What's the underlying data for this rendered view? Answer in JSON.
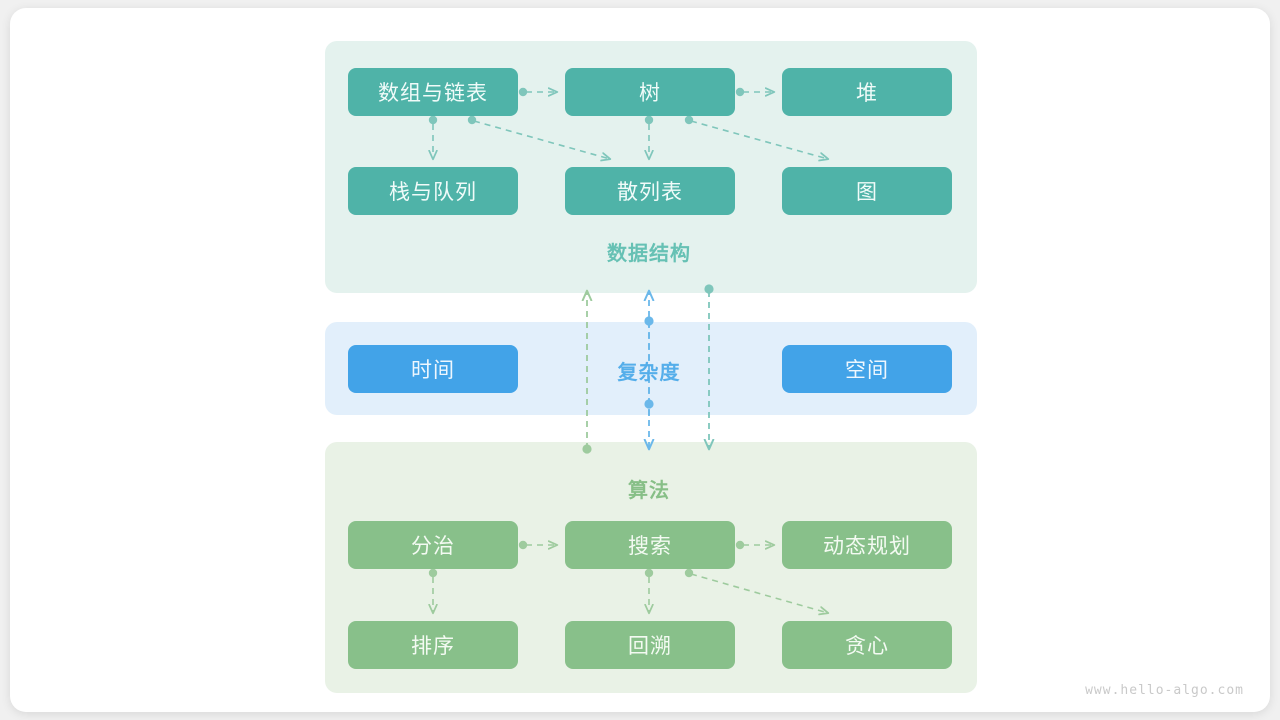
{
  "canvas": {
    "background": "#f0f0f0",
    "card_background": "#ffffff",
    "watermark": "www.hello-algo.com"
  },
  "palette": {
    "teal_node": "#4fb3a8",
    "teal_panel": "#e4f2ee",
    "teal_title": "#66c1b4",
    "blue_node": "#42a3e8",
    "blue_panel": "#e2effb",
    "blue_title": "#55aeea",
    "green_node": "#88c08a",
    "green_panel": "#e9f2e6",
    "green_title": "#87bf87"
  },
  "sections": {
    "data_structure": {
      "title": "数据结构",
      "nodes": [
        {
          "id": "array-linkedlist",
          "label": "数组与链表"
        },
        {
          "id": "tree",
          "label": "树"
        },
        {
          "id": "heap",
          "label": "堆"
        },
        {
          "id": "stack-queue",
          "label": "栈与队列"
        },
        {
          "id": "hash-table",
          "label": "散列表"
        },
        {
          "id": "graph",
          "label": "图"
        }
      ]
    },
    "complexity": {
      "title": "复杂度",
      "nodes": [
        {
          "id": "time",
          "label": "时间"
        },
        {
          "id": "space",
          "label": "空间"
        }
      ]
    },
    "algorithm": {
      "title": "算法",
      "nodes": [
        {
          "id": "divide-conquer",
          "label": "分治"
        },
        {
          "id": "search",
          "label": "搜索"
        },
        {
          "id": "dynamic-programming",
          "label": "动态规划"
        },
        {
          "id": "sorting",
          "label": "排序"
        },
        {
          "id": "backtracking",
          "label": "回溯"
        },
        {
          "id": "greedy",
          "label": "贪心"
        }
      ]
    }
  },
  "edges": {
    "data_structure": [
      {
        "from": "array-linkedlist",
        "to": "tree"
      },
      {
        "from": "tree",
        "to": "heap"
      },
      {
        "from": "array-linkedlist",
        "to": "stack-queue"
      },
      {
        "from": "array-linkedlist",
        "to": "hash-table"
      },
      {
        "from": "tree",
        "to": "hash-table"
      },
      {
        "from": "tree",
        "to": "graph"
      }
    ],
    "algorithm": [
      {
        "from": "divide-conquer",
        "to": "search"
      },
      {
        "from": "search",
        "to": "dynamic-programming"
      },
      {
        "from": "divide-conquer",
        "to": "sorting"
      },
      {
        "from": "search",
        "to": "backtracking"
      },
      {
        "from": "search",
        "to": "greedy"
      }
    ],
    "cross_section": [
      {
        "id": "algorithm-to-data-structure",
        "color": "#9ecb9e",
        "direction": "up"
      },
      {
        "id": "complexity-both-ways",
        "color": "#6bb8ea",
        "direction": "both"
      },
      {
        "id": "data-structure-to-algorithm",
        "color": "#7fc6bb",
        "direction": "down"
      }
    ]
  }
}
